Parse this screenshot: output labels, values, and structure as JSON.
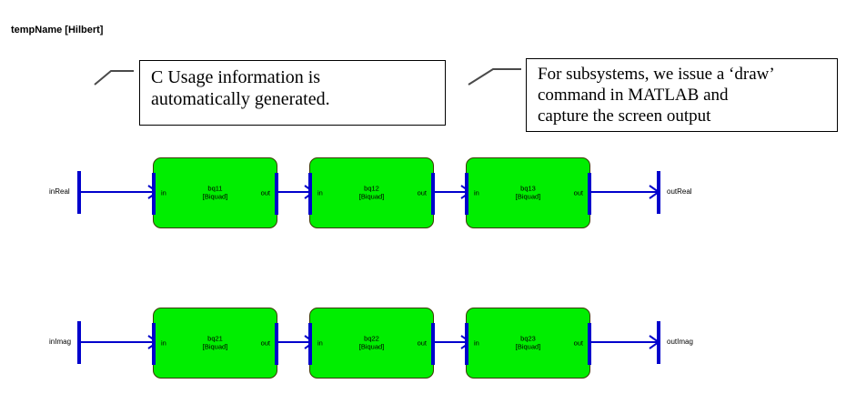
{
  "diagram": {
    "title": "tempName [Hilbert]",
    "background_color": "#ffffff",
    "block_fill_color": "#00ee00",
    "block_border_color": "#3a3a00",
    "signal_color": "#0000cc",
    "port_color": "#0000cc"
  },
  "annotations": [
    {
      "id": "c-usage",
      "lines": [
        "C Usage information is",
        "automatically generated."
      ]
    },
    {
      "id": "subsystems",
      "lines": [
        "For subsystems, we issue a ‘draw’",
        "command in MATLAB and",
        "capture the screen output"
      ]
    }
  ],
  "rows": [
    {
      "id": "real-path",
      "input": {
        "label": "inReal"
      },
      "output": {
        "label": "outReal"
      },
      "blocks": [
        {
          "name": "bq11",
          "type": "[Biquad]",
          "in_port": "in",
          "out_port": "out"
        },
        {
          "name": "bq12",
          "type": "[Biquad]",
          "in_port": "in",
          "out_port": "out"
        },
        {
          "name": "bq13",
          "type": "[Biquad]",
          "in_port": "in",
          "out_port": "out"
        }
      ]
    },
    {
      "id": "imag-path",
      "input": {
        "label": "inImag"
      },
      "output": {
        "label": "outImag"
      },
      "blocks": [
        {
          "name": "bq21",
          "type": "[Biquad]",
          "in_port": "in",
          "out_port": "out"
        },
        {
          "name": "bq22",
          "type": "[Biquad]",
          "in_port": "in",
          "out_port": "out"
        },
        {
          "name": "bq23",
          "type": "[Biquad]",
          "in_port": "in",
          "out_port": "out"
        }
      ]
    }
  ]
}
